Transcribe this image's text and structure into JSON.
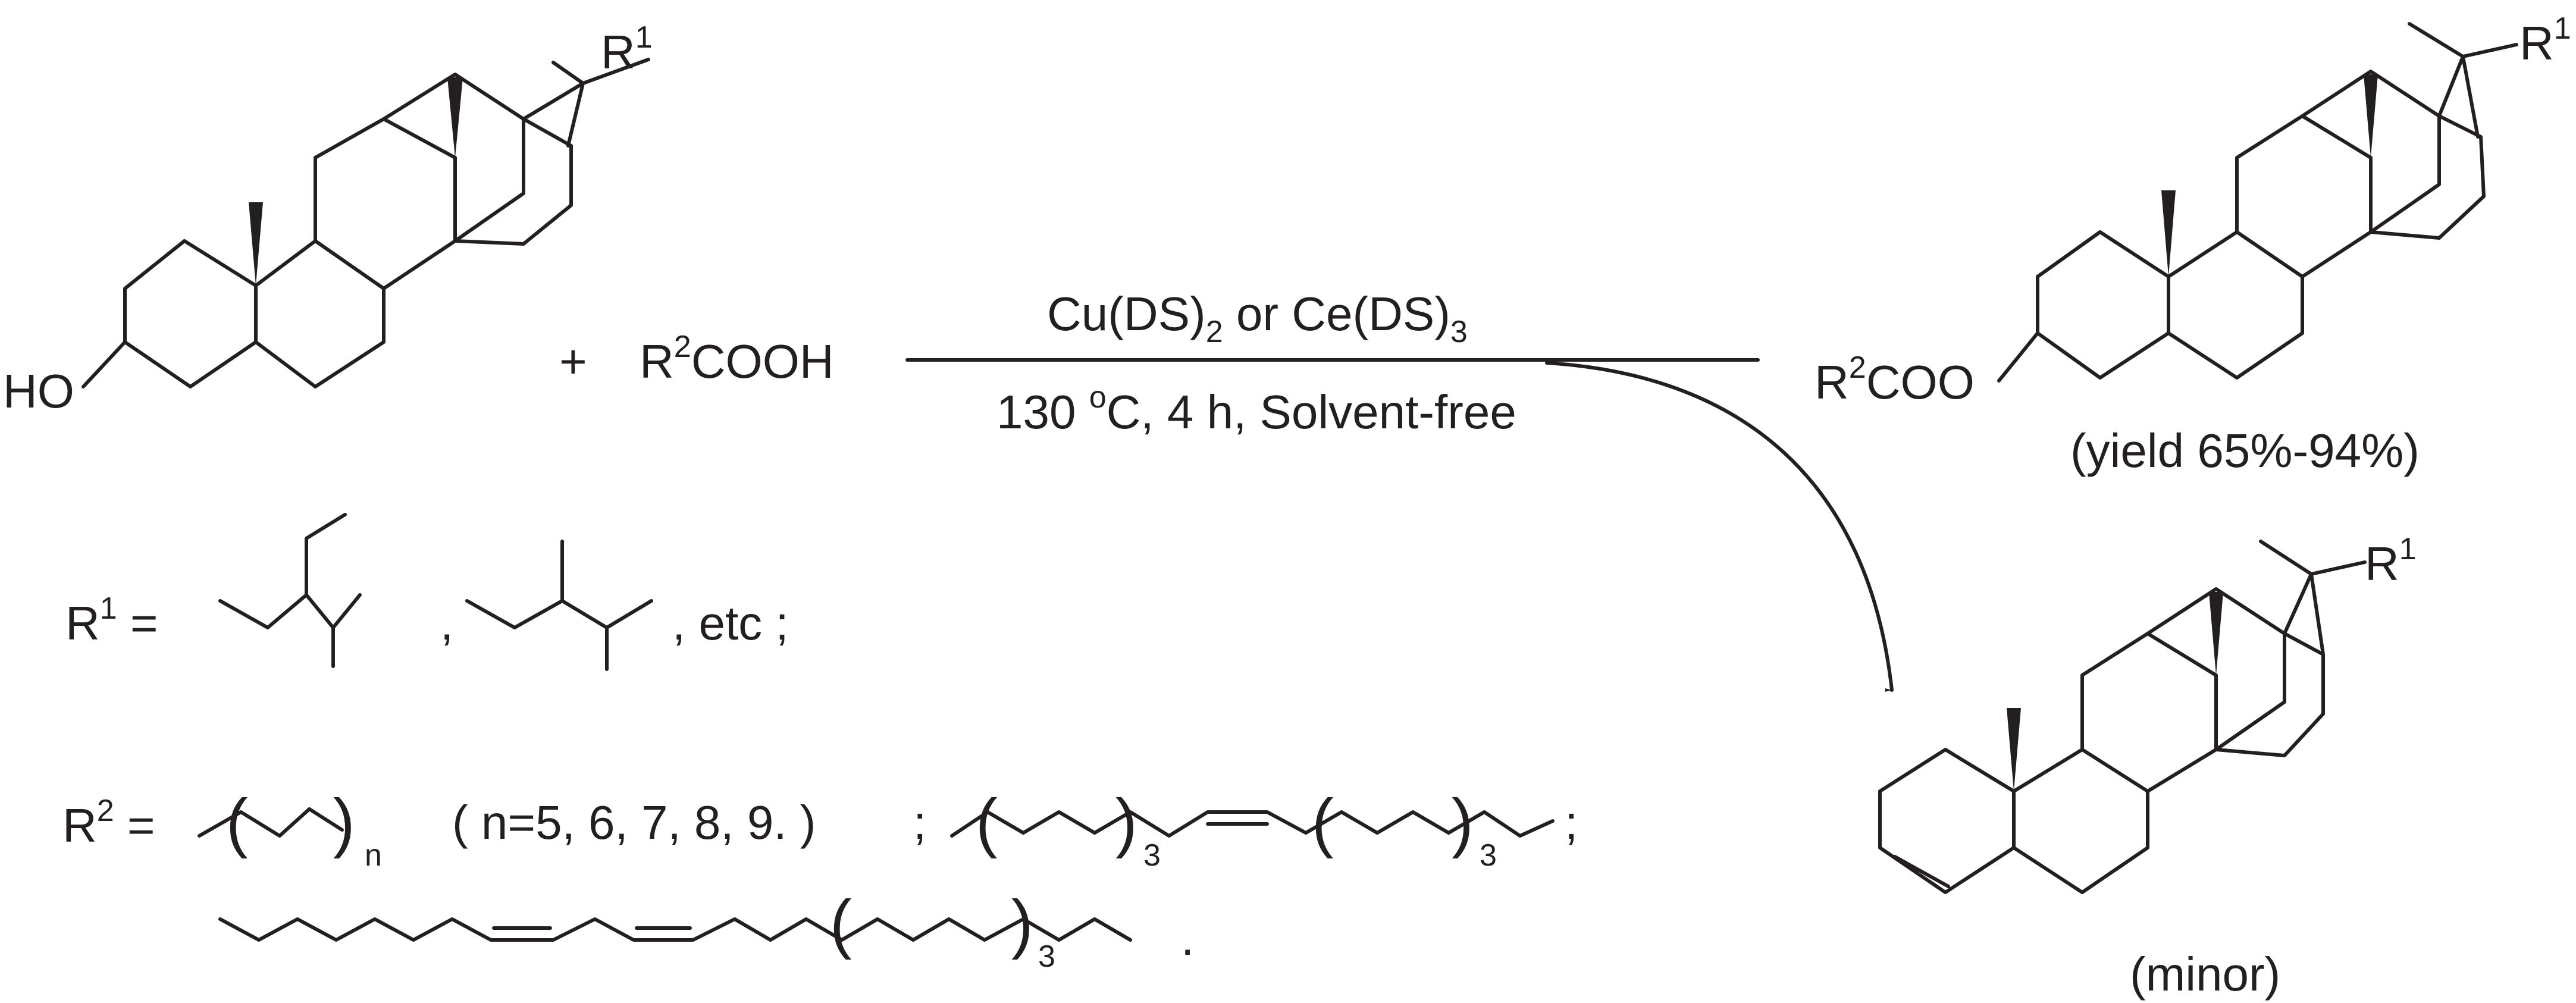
{
  "reactant": {
    "ho_label": "HO",
    "r1_label": "R",
    "r1_sup": "1"
  },
  "reagent": {
    "plus": "+",
    "acid_r": "R",
    "acid_sup": "2",
    "acid_rest": "COOH"
  },
  "conditions": {
    "catalyst_a": "Cu(DS)",
    "catalyst_a_sub": "2",
    "catalyst_join": " or Ce(DS)",
    "catalyst_b_sub": "3",
    "cond_temp": "130 ",
    "cond_deg": "o",
    "cond_rest": "C, 4 h, Solvent-free"
  },
  "product": {
    "ester_r": "R",
    "ester_sup": "2",
    "ester_rest": "COO",
    "r1_label": "R",
    "r1_sup": "1",
    "yield": "(yield 65%-94%)"
  },
  "byproduct": {
    "r1_label": "R",
    "r1_sup": "1",
    "minor": "(minor)"
  },
  "definitions": {
    "r1_def_r": "R",
    "r1_def_sup": "1",
    "r1_def_eq": " =",
    "comma": ",",
    "etc": ", etc ;",
    "r2_def_r": "R",
    "r2_def_sup": "2",
    "r2_def_eq": " =",
    "paren_open": "(",
    "paren_close": ")",
    "n_sub": "n",
    "n_values": "( n=5, 6, 7, 8, 9. )",
    "semicolon": ";",
    "sub3": "3",
    "period": "."
  },
  "colors": {
    "ink": "#231f20",
    "background": "#ffffff"
  }
}
